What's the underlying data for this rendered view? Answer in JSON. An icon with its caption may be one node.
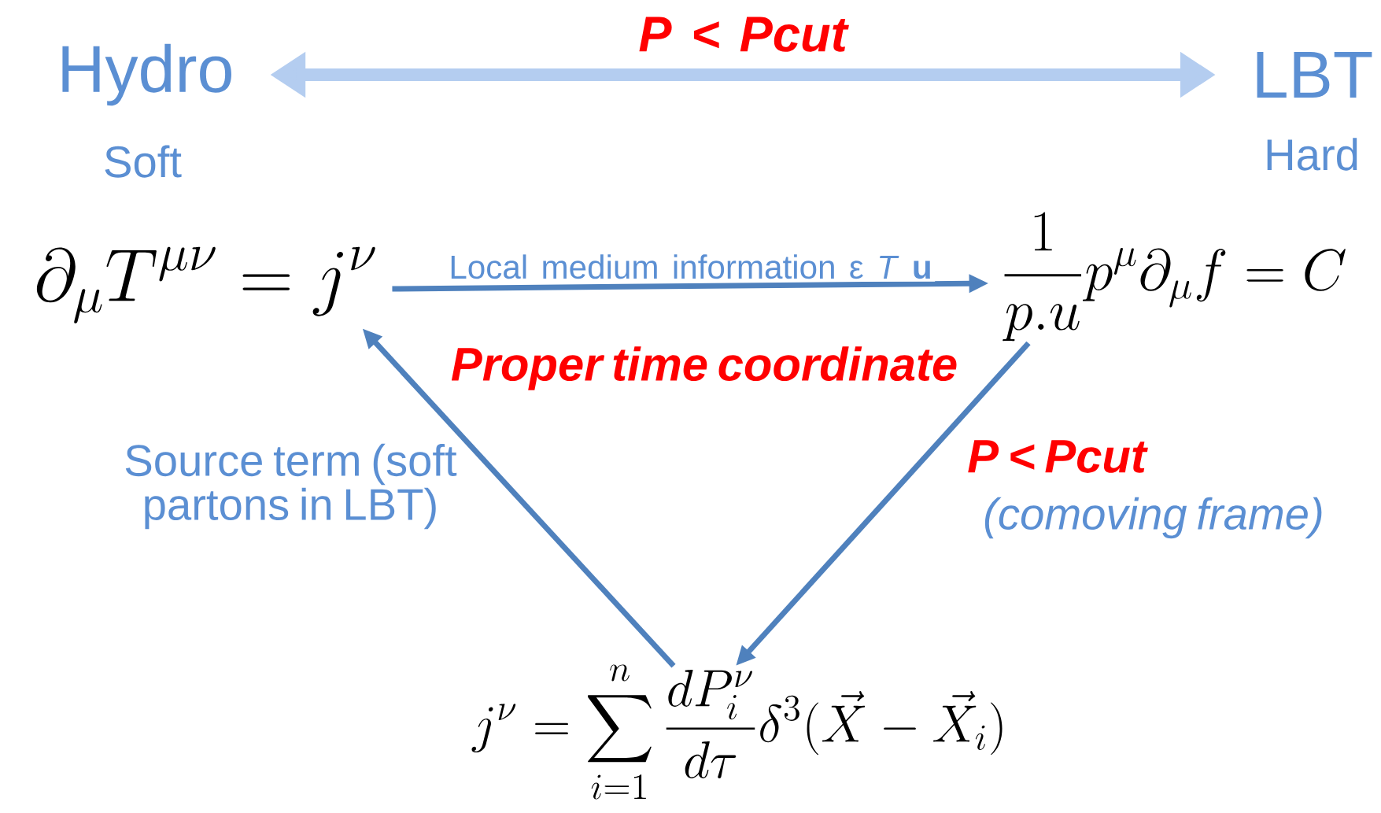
{
  "diagram": {
    "nodes": [
      {
        "text": [
          "Hydro"
        ],
        "beside": [
          "Soft"
        ]
      },
      {
        "text": [
          "LBT"
        ],
        "beside": [
          "Hard"
        ]
      },
      {
        "text": [
          "\\partial_\\mu T^{\\mu\\nu} = j^\\nu"
        ]
      },
      {
        "text": [
          "\\frac{1}{p.u} p^\\mu \\partial_\\mu f = C"
        ]
      },
      {
        "text": [
          "j^\\nu = \\sum_{i=1}^{n} \\frac{dP_i^\\nu}{d\\tau} \\delta^3(\\vec{X} - \\vec{X}_i)"
        ]
      }
    ],
    "edges": [
      {
        "from": 0,
        "to": 1,
        "arrow": "both",
        "label": "P < Pcut",
        "style": "thick",
        "color": "#b4cdf0"
      },
      {
        "from": 2,
        "to": 3,
        "arrow": "to",
        "label": "Local medium information ε *T* **u**"
      },
      {
        "from": 3,
        "to": 4,
        "arrow": "to"
      },
      {
        "from": 4,
        "to": 2,
        "arrow": "to"
      }
    ],
    "labels": [
      "Proper time coordinate",
      "Source term (soft partons in LBT)",
      "P < Pcut",
      "(comoving frame)"
    ]
  }
}
